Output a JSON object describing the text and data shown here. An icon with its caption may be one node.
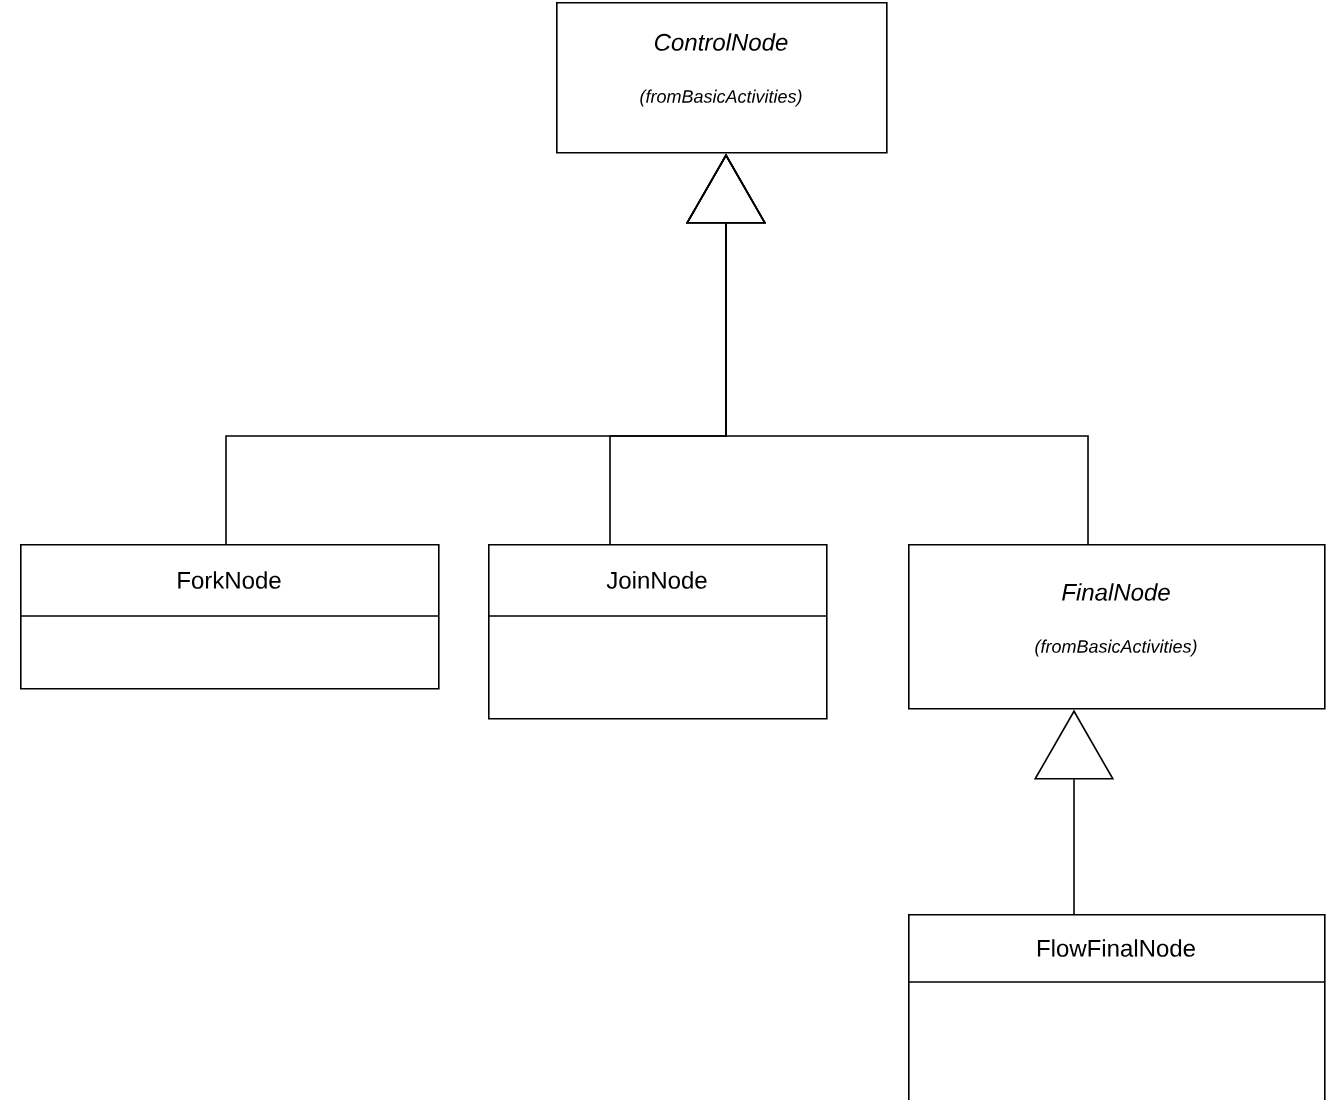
{
  "diagram": {
    "nodes": [
      {
        "text": [
          "ControlNode",
          "(fromBasicActivities)"
        ]
      },
      {
        "text": [
          "ForkNode"
        ]
      },
      {
        "text": [
          "JoinNode"
        ]
      },
      {
        "text": [
          "FinalNode",
          "(fromBasicActivities)"
        ]
      },
      {
        "text": [
          "FlowFinalNode"
        ]
      }
    ],
    "edges": [
      {
        "from": 1,
        "to": 0,
        "arrow": "to"
      },
      {
        "from": 2,
        "to": 0,
        "arrow": "to"
      },
      {
        "from": 3,
        "to": 0,
        "arrow": "to"
      },
      {
        "from": 4,
        "to": 3,
        "arrow": "to"
      }
    ]
  }
}
